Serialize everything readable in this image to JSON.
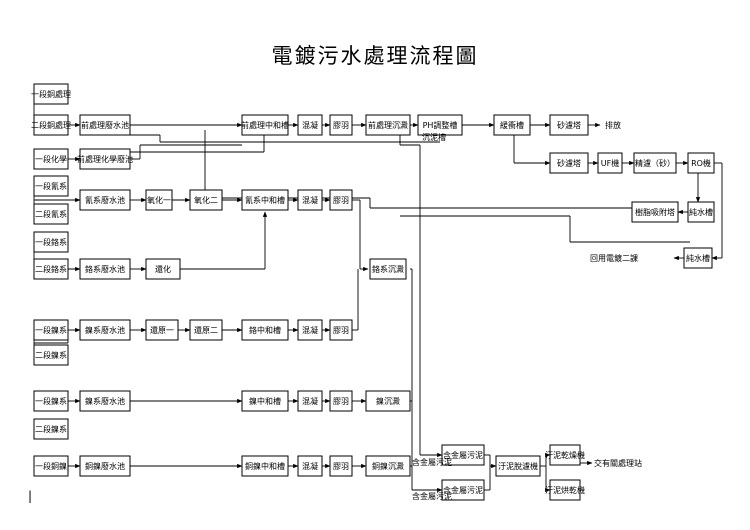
{
  "title": "電鍍污水處理流程圖",
  "boxes": {
    "b_cu1": "一段銅處理",
    "b_cu2": "二段銅處理",
    "b_chem": "一段化學",
    "b_cnA": "一段氰系",
    "b_cnB": "二段氰系",
    "b_crA": "一段鉻系",
    "b_crB": "二段鉻系",
    "b_nA": "一段鎳系",
    "b_nB": "二段鎳系",
    "b_ni1": "一段鎳系",
    "b_ni2": "二段鎳系",
    "b_cuf": "一段銅鎳",
    "t_mix": "前處理廢水池",
    "t_chem": "前處理化學廢池",
    "t_cn": "氰系廢水池",
    "t_cr": "鉻系廢水池",
    "t_n": "鎳系廢水池",
    "t_ni": "鎳系廢水池",
    "t_cuf": "銅鎳廢水池",
    "ox1": "氧化一",
    "ox2": "氧化二",
    "red": "還化",
    "rd1": "還原一",
    "rd2": "還原二",
    "n1": "前處理中和槽",
    "n2": "氰系中和槽",
    "n3": "鉻中和槽",
    "n4": "鎳中和槽",
    "n5": "銅鎳中和槽",
    "c1": "混凝",
    "c2": "混凝",
    "c3": "混凝",
    "c4": "混凝",
    "c5": "混凝",
    "f1": "膠羽",
    "f2": "膠羽",
    "f3": "膠羽",
    "f4": "膠羽",
    "f5": "膠羽",
    "s_pre": "前處理沉澱",
    "s_cr": "鉻系沉澱",
    "s_ni": "鎳沉澱",
    "s_cuf": "銅鎳沉澱",
    "ph": "PH調整槽",
    "buf": "緩衝槽",
    "sand1": "砂濾塔",
    "sand2": "砂濾塔",
    "uf": "UF機",
    "prec": "精濾（砂）",
    "ro": "RO機",
    "resin": "樹脂吸附塔",
    "pure": "純水槽",
    "recl": "純水槽",
    "sl1": "含金屬污泥",
    "sl2": "含金屬污泥",
    "m1": "含金屬污泥",
    "m2": "含金屬污泥",
    "press": "汙泥脫濾機",
    "dry": "汙泥乾燥機",
    "dry2": "汙泥烘乾機"
  },
  "labels": {
    "discharge": "排放",
    "sludge_tank": "沉泥槽",
    "reuse": "回用電鍍二課",
    "outbound": "交有關處理站",
    "mark": "|"
  }
}
